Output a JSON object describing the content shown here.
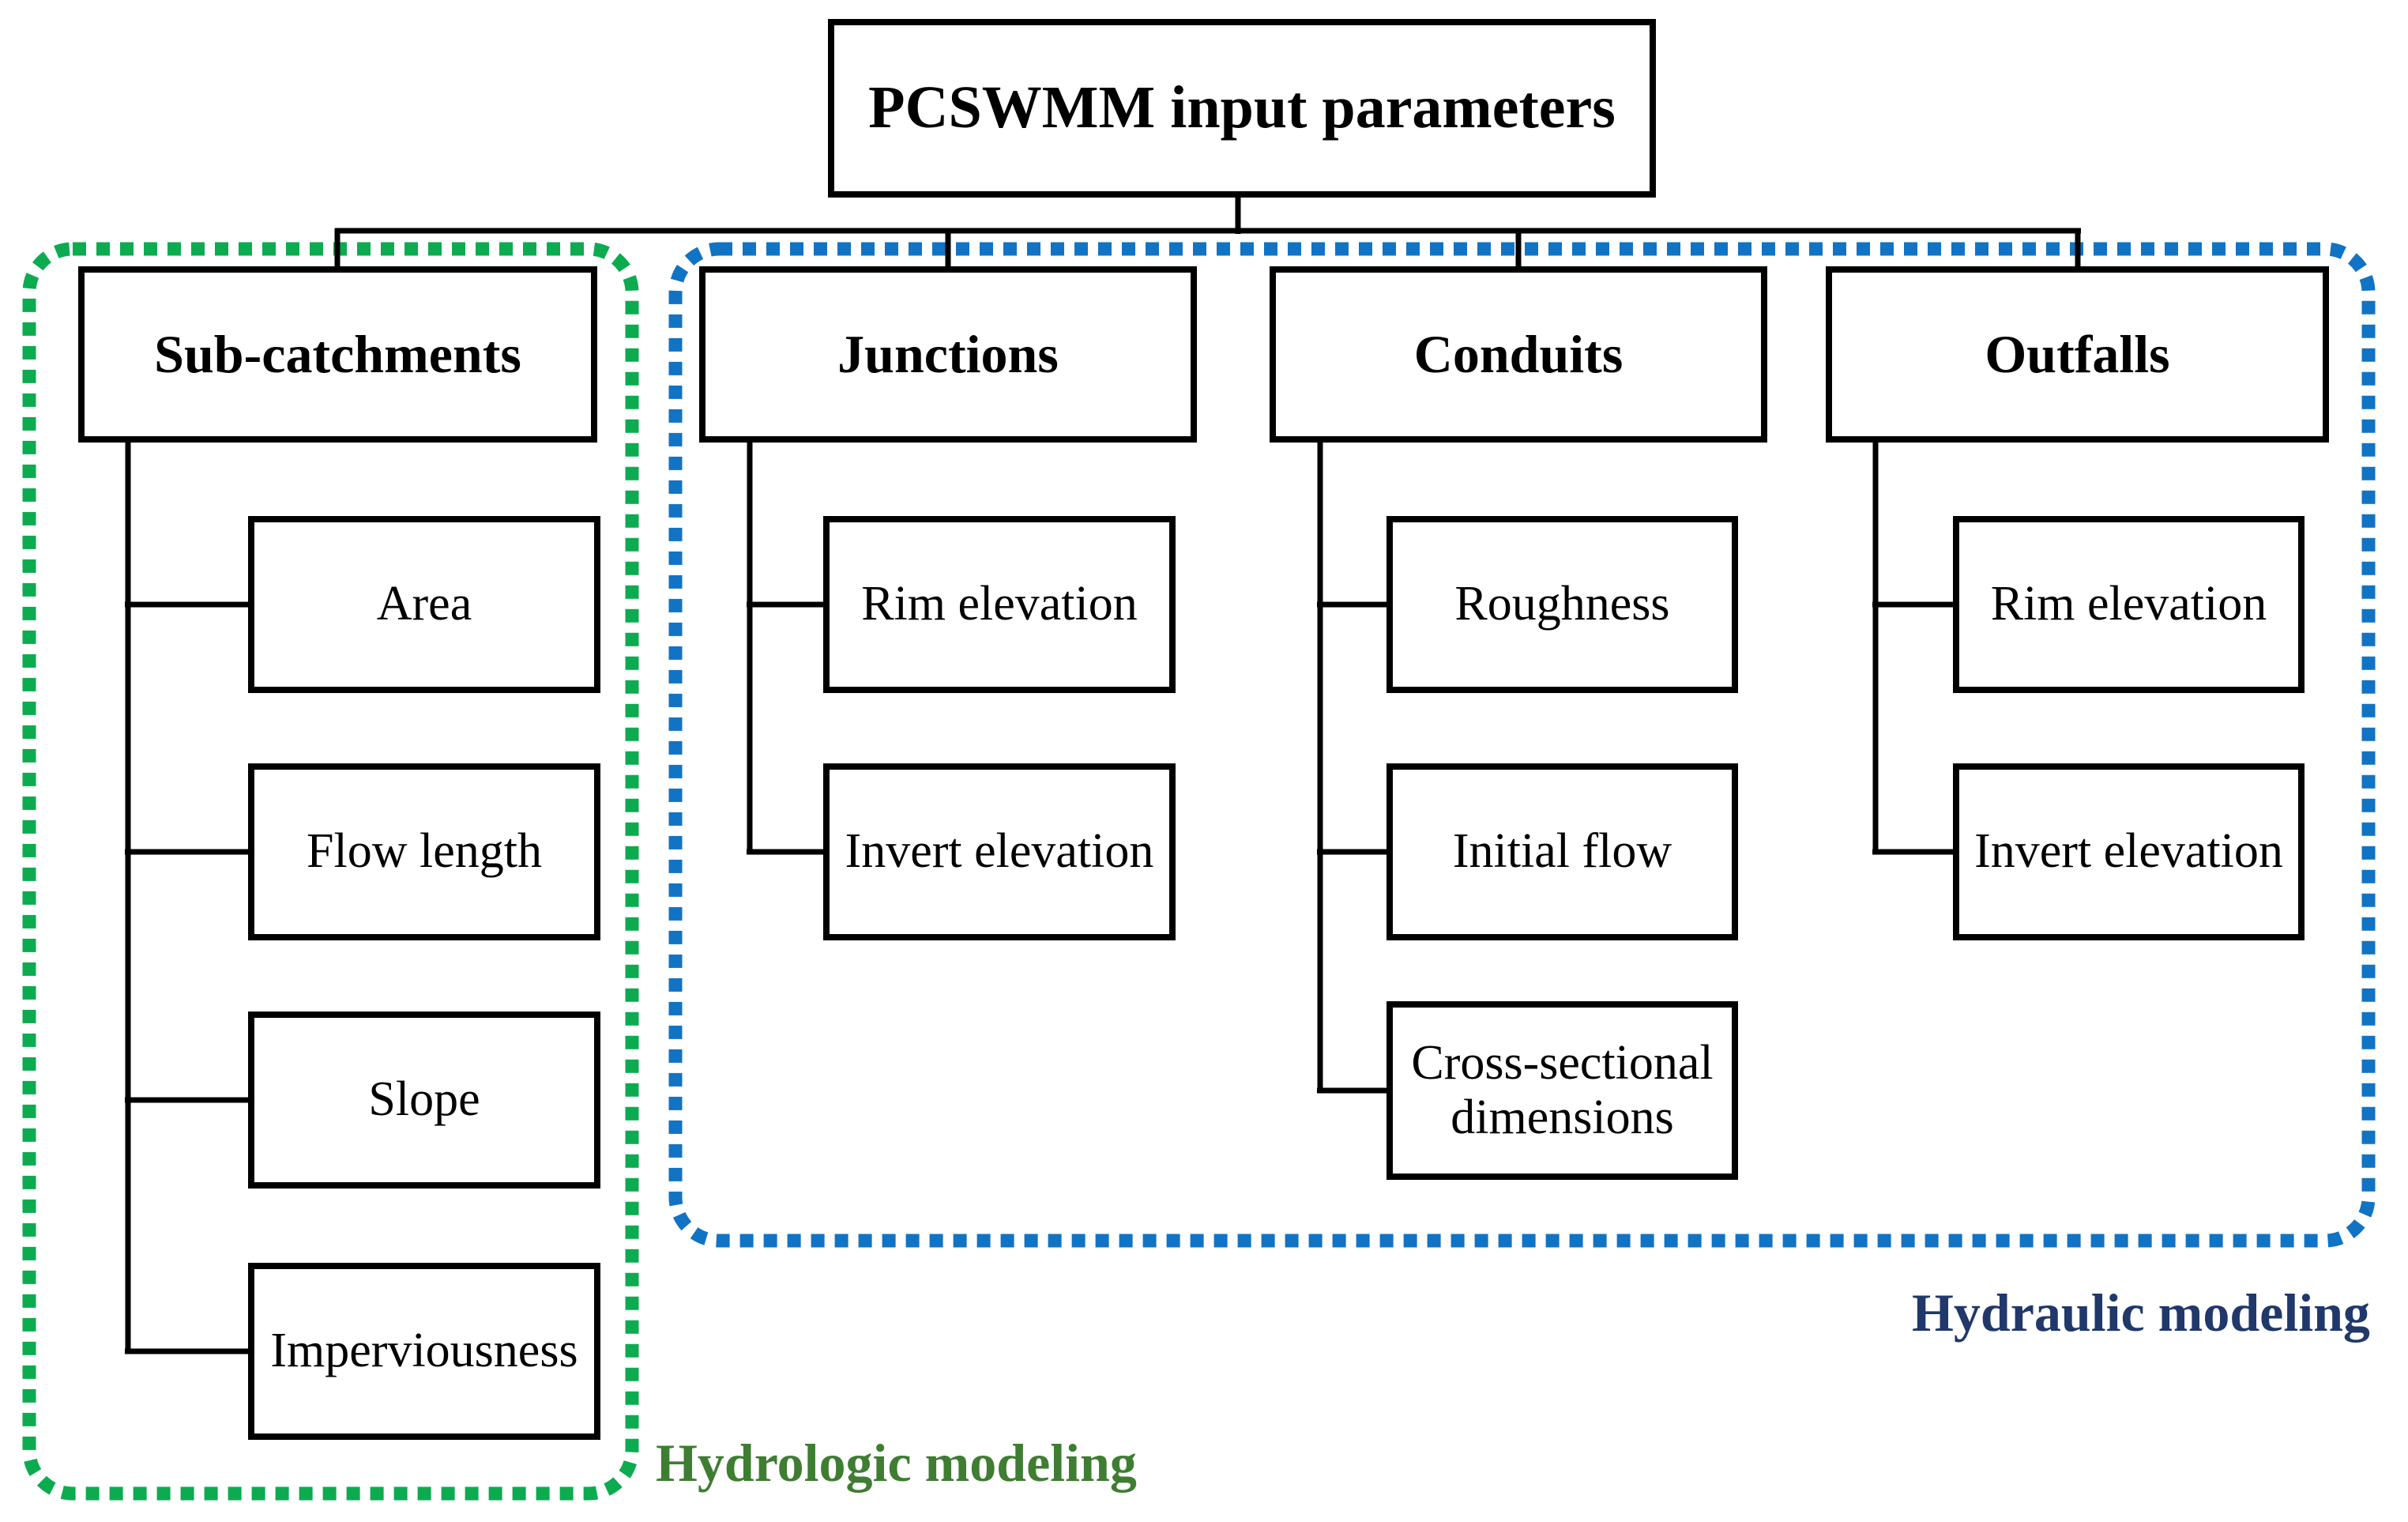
{
  "title": "PCSWMM input parameters",
  "tree": {
    "columns": [
      {
        "label": "Sub-catchments",
        "children": [
          "Area",
          "Flow length",
          "Slope",
          "Imperviousness"
        ]
      },
      {
        "label": "Junctions",
        "children": [
          "Rim elevation",
          "Invert elevation"
        ]
      },
      {
        "label": "Conduits",
        "children": [
          "Roughness",
          "Initial flow",
          "Cross-sectional dimensions"
        ]
      },
      {
        "label": "Outfalls",
        "children": [
          "Rim elevation",
          "Invert elevation"
        ]
      }
    ]
  },
  "legend": {
    "hydrologic": {
      "label": "Hydrologic modeling",
      "text_color": "#3e7d32",
      "border_color": "#0cab50"
    },
    "hydraulic": {
      "label": "Hydraulic modeling",
      "text_color": "#20386a",
      "border_color": "#1173c4"
    }
  },
  "colors": {
    "box_border": "#000000",
    "connector": "#000000",
    "background": "#ffffff"
  }
}
